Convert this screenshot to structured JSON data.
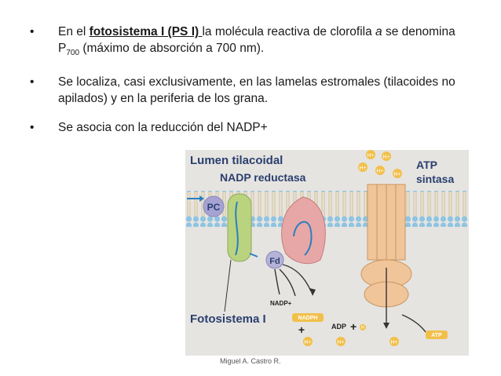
{
  "bullets": [
    {
      "pre": "En el ",
      "bold_underlined": "fotosistema I (PS I) ",
      "mid": "la molécula reactiva de clorofila ",
      "italic": "a",
      "post": " se denomina P",
      "subscript": "700",
      "tail": " (máximo de absorción a 700 nm)."
    },
    {
      "text": "Se localiza, casi exclusivamente, en las lamelas estromales (tilacoides no apilados) y en la periferia de los grana."
    },
    {
      "text": "Se asocia con la reducción del NADP+"
    }
  ],
  "bullet_symbol": "•",
  "figure": {
    "lumen_label": "Lumen tilacoidal",
    "nadp_reductasa_label": "NADP reductasa",
    "atp_sintasa_label_1": "ATP",
    "atp_sintasa_label_2": "sintasa",
    "pc_label": "PC",
    "fd_label": "Fd",
    "nadp_plus_label": "NADP+",
    "nadph_label": "NADPH",
    "fotosistema_label": "Fotosistema I",
    "h_plus_label": "H+",
    "plus_sign": "+",
    "adp_label": "ADP",
    "pi_label": "Pi",
    "atp_label": "ATP",
    "colors": {
      "background": "#e6e4e1",
      "membrane_head": "#8fc4e2",
      "membrane_tail": "#d9c79a",
      "ps1": "#b9d37f",
      "nadp_reductasa": "#e7a7a7",
      "atp_sintasa": "#f0c59a",
      "pc": "#a6a3d3",
      "fd": "#b4b2d6",
      "h_plus": "#f2c04a",
      "label_blue": "#2a3f6e"
    }
  },
  "footer": "Miguel A. Castro R."
}
